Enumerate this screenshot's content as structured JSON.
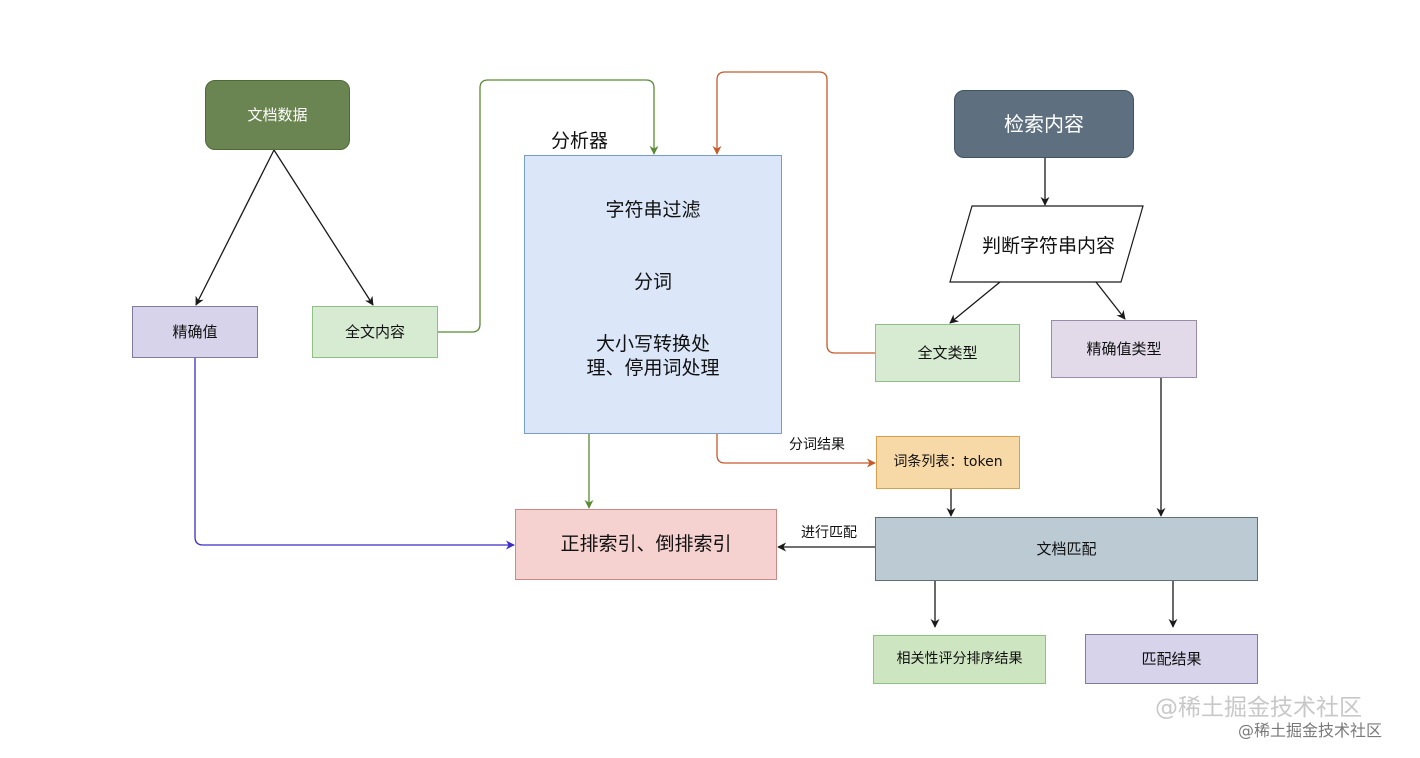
{
  "nodes": {
    "doc_data": "文档数据",
    "exact_value": "精确值",
    "full_text_content": "全文内容",
    "analyzer_title": "分析器",
    "analyzer_steps": [
      "字符串过滤",
      "分词",
      "大小写转换处",
      "理、停用词处理"
    ],
    "search_content": "检索内容",
    "judge_string": "判断字符串内容",
    "full_text_type": "全文类型",
    "exact_value_type": "精确值类型",
    "token_list": "词条列表：token",
    "inverted_index": "正排索引、倒排索引",
    "doc_match": "文档匹配",
    "relevance_result": "相关性评分排序结果",
    "match_result": "匹配结果"
  },
  "edge_labels": {
    "tokenize_result": "分词结果",
    "do_match": "进行匹配"
  },
  "watermark": {
    "large": "@稀土掘金技术社区",
    "small": "@稀土掘金技术社区"
  },
  "colors": {
    "edge_black": "#1a1a1a",
    "edge_green": "#5a8a33",
    "edge_orange": "#c55a2a",
    "edge_blue": "#3b2fc4"
  }
}
